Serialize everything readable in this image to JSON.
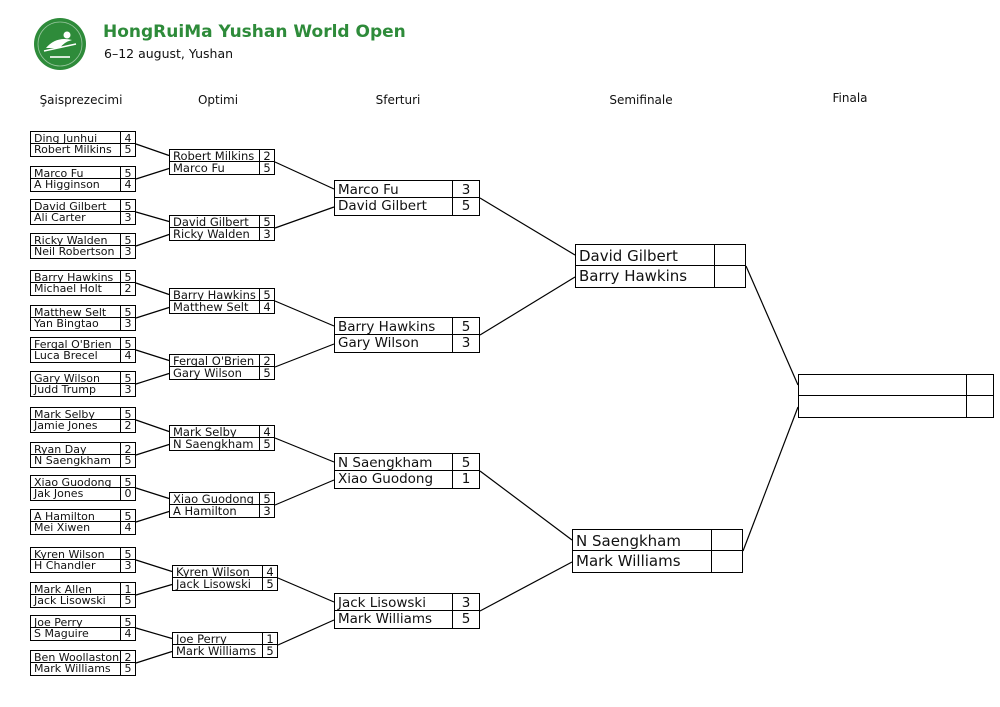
{
  "header": {
    "title": "HongRuiMa Yushan World Open",
    "subtitle": "6–12 august, Yushan"
  },
  "colors": {
    "brand": "#2e8b3a",
    "line": "#000000"
  },
  "rounds": [
    {
      "label": "Şaisprezecimi",
      "matches": [
        [
          {
            "name": "Ding Junhui",
            "score": "4"
          },
          {
            "name": "Robert Milkins",
            "score": "5"
          }
        ],
        [
          {
            "name": "Marco Fu",
            "score": "5"
          },
          {
            "name": "A Higginson",
            "score": "4"
          }
        ],
        [
          {
            "name": "David Gilbert",
            "score": "5"
          },
          {
            "name": "Ali Carter",
            "score": "3"
          }
        ],
        [
          {
            "name": "Ricky Walden",
            "score": "5"
          },
          {
            "name": "Neil Robertson",
            "score": "3"
          }
        ],
        [
          {
            "name": "Barry Hawkins",
            "score": "5"
          },
          {
            "name": "Michael Holt",
            "score": "2"
          }
        ],
        [
          {
            "name": "Matthew Selt",
            "score": "5"
          },
          {
            "name": "Yan Bingtao",
            "score": "3"
          }
        ],
        [
          {
            "name": "Fergal O'Brien",
            "score": "5"
          },
          {
            "name": "Luca Brecel",
            "score": "4"
          }
        ],
        [
          {
            "name": "Gary Wilson",
            "score": "5"
          },
          {
            "name": "Judd Trump",
            "score": "3"
          }
        ],
        [
          {
            "name": "Mark Selby",
            "score": "5"
          },
          {
            "name": "Jamie Jones",
            "score": "2"
          }
        ],
        [
          {
            "name": "Ryan Day",
            "score": "2"
          },
          {
            "name": "N Saengkham",
            "score": "5"
          }
        ],
        [
          {
            "name": "Xiao Guodong",
            "score": "5"
          },
          {
            "name": "Jak Jones",
            "score": "0"
          }
        ],
        [
          {
            "name": "A Hamilton",
            "score": "5"
          },
          {
            "name": "Mei Xiwen",
            "score": "4"
          }
        ],
        [
          {
            "name": "Kyren Wilson",
            "score": "5"
          },
          {
            "name": "H Chandler",
            "score": "3"
          }
        ],
        [
          {
            "name": "Mark Allen",
            "score": "1"
          },
          {
            "name": "Jack Lisowski",
            "score": "5"
          }
        ],
        [
          {
            "name": "Joe Perry",
            "score": "5"
          },
          {
            "name": "S Maguire",
            "score": "4"
          }
        ],
        [
          {
            "name": "Ben Woollaston",
            "score": "2"
          },
          {
            "name": "Mark Williams",
            "score": "5"
          }
        ]
      ]
    },
    {
      "label": "Optimi",
      "matches": [
        [
          {
            "name": "Robert Milkins",
            "score": "2"
          },
          {
            "name": "Marco Fu",
            "score": "5"
          }
        ],
        [
          {
            "name": "David Gilbert",
            "score": "5"
          },
          {
            "name": "Ricky Walden",
            "score": "3"
          }
        ],
        [
          {
            "name": "Barry Hawkins",
            "score": "5"
          },
          {
            "name": "Matthew Selt",
            "score": "4"
          }
        ],
        [
          {
            "name": "Fergal O'Brien",
            "score": "2"
          },
          {
            "name": "Gary Wilson",
            "score": "5"
          }
        ],
        [
          {
            "name": "Mark Selby",
            "score": "4"
          },
          {
            "name": "N Saengkham",
            "score": "5"
          }
        ],
        [
          {
            "name": "Xiao Guodong",
            "score": "5"
          },
          {
            "name": "A Hamilton",
            "score": "3"
          }
        ],
        [
          {
            "name": "Kyren Wilson",
            "score": "4"
          },
          {
            "name": "Jack Lisowski",
            "score": "5"
          }
        ],
        [
          {
            "name": "Joe Perry",
            "score": "1"
          },
          {
            "name": "Mark Williams",
            "score": "5"
          }
        ]
      ]
    },
    {
      "label": "Sferturi",
      "matches": [
        [
          {
            "name": "Marco Fu",
            "score": "3"
          },
          {
            "name": "David Gilbert",
            "score": "5"
          }
        ],
        [
          {
            "name": "Barry Hawkins",
            "score": "5"
          },
          {
            "name": "Gary Wilson",
            "score": "3"
          }
        ],
        [
          {
            "name": "N Saengkham",
            "score": "5"
          },
          {
            "name": "Xiao Guodong",
            "score": "1"
          }
        ],
        [
          {
            "name": "Jack Lisowski",
            "score": "3"
          },
          {
            "name": "Mark Williams",
            "score": "5"
          }
        ]
      ]
    },
    {
      "label": "Semifinale",
      "matches": [
        [
          {
            "name": "David Gilbert",
            "score": ""
          },
          {
            "name": "Barry Hawkins",
            "score": ""
          }
        ],
        [
          {
            "name": "N Saengkham",
            "score": ""
          },
          {
            "name": "Mark Williams",
            "score": ""
          }
        ]
      ]
    },
    {
      "label": "Finala",
      "matches": [
        [
          {
            "name": "",
            "score": ""
          },
          {
            "name": "",
            "score": ""
          }
        ]
      ]
    }
  ]
}
